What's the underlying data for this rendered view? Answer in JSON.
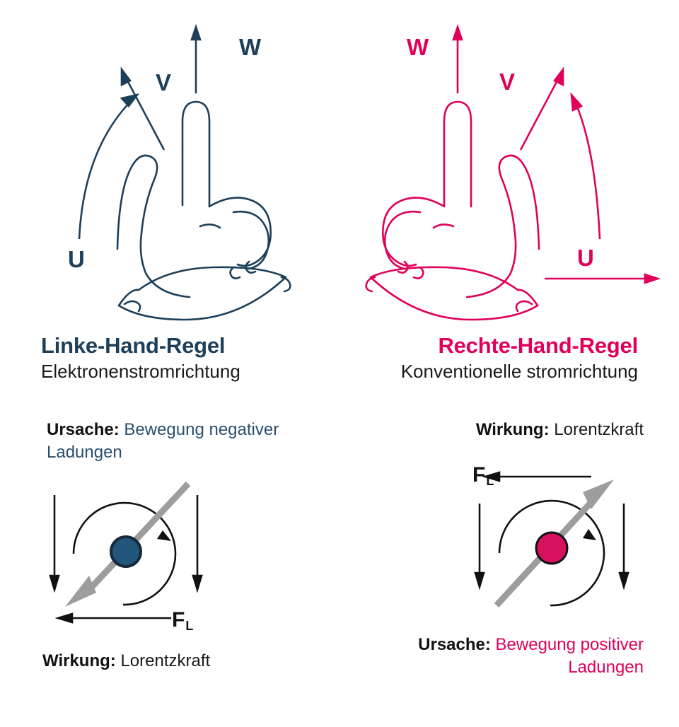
{
  "page": {
    "background": "#ffffff",
    "navy": "#1d3f59",
    "navy_text": "#2b4f6e",
    "pink": "#e0005a",
    "black": "#1a1a1a",
    "gray_arrow": "#9d9d9d",
    "circle_left_fill": "#24557a",
    "circle_left_stroke": "#16293a",
    "circle_right_fill": "#d6125e",
    "circle_right_stroke": "#1a1a1a"
  },
  "left_panel": {
    "hand_color": "#1d3f59",
    "vectors": [
      {
        "id": "u",
        "label": "U",
        "meaning": "magnetic-field-direction",
        "arrow": "curved-up-left"
      },
      {
        "id": "v",
        "label": "V",
        "meaning": "velocity-of-charge",
        "arrow": "straight-diagonal-up"
      },
      {
        "id": "w",
        "label": "W",
        "meaning": "lorentz-force-direction",
        "arrow": "straight-vertical-up"
      }
    ],
    "title": "Linke-Hand-Regel",
    "subtitle": "Elektronenstromrichtung",
    "cause_label": "Ursache:",
    "cause_text": "Bewegung negativer Ladungen",
    "effect_label": "Wirkung:",
    "effect_text": "Lorentzkraft",
    "force_label": "F",
    "force_sub": "L",
    "charge_sign": "negative"
  },
  "right_panel": {
    "hand_color": "#e0005a",
    "vectors": [
      {
        "id": "w",
        "label": "W",
        "meaning": "lorentz-force-direction",
        "arrow": "straight-vertical-up"
      },
      {
        "id": "v",
        "label": "V",
        "meaning": "velocity-of-charge",
        "arrow": "straight-diagonal-up"
      },
      {
        "id": "u",
        "label": "U",
        "meaning": "current-direction",
        "arrow": "straight-horizontal-right"
      }
    ],
    "title": "Rechte-Hand-Regel",
    "subtitle": "Konventionelle stromrichtung",
    "effect_label": "Wirkung:",
    "effect_text": "Lorentzkraft",
    "cause_label": "Ursache:",
    "cause_text": "Bewegung positiver Ladungen",
    "force_label": "F",
    "force_sub": "L",
    "charge_sign": "positive"
  }
}
